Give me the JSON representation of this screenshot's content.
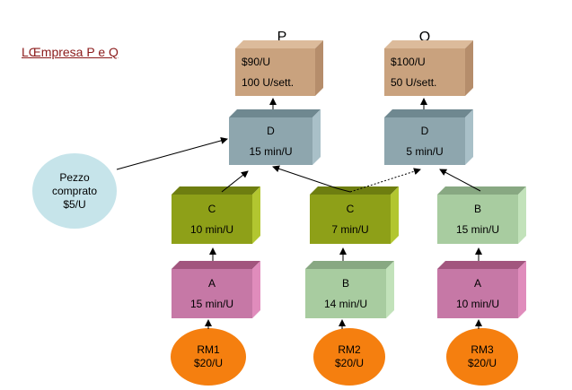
{
  "title": "LŒmpresa P e Q",
  "products": [
    {
      "id": "P",
      "label": "P",
      "price": "$90/U",
      "demand": "100 U/sett."
    },
    {
      "id": "Q",
      "label": "Q",
      "price": "$100/U",
      "demand": "50 U/sett."
    }
  ],
  "operations": [
    {
      "id": "D1",
      "label": "D",
      "time": "15 min/U"
    },
    {
      "id": "D2",
      "label": "D",
      "time": "5 min/U"
    },
    {
      "id": "C1",
      "label": "C",
      "time": "10 min/U"
    },
    {
      "id": "C2",
      "label": "C",
      "time": "7 min/U"
    },
    {
      "id": "B1",
      "label": "B",
      "time": "15 min/U"
    },
    {
      "id": "A1",
      "label": "A",
      "time": "15 min/U"
    },
    {
      "id": "B2",
      "label": "B",
      "time": "14 min/U"
    },
    {
      "id": "A2",
      "label": "A",
      "time": "10 min/U"
    }
  ],
  "purchased_part": {
    "line1": "Pezzo",
    "line2": "comprato",
    "line3": "$5/U"
  },
  "raw_materials": [
    {
      "id": "RM1",
      "label": "RM1",
      "cost": "$20/U"
    },
    {
      "id": "RM2",
      "label": "RM2",
      "cost": "$20/U"
    },
    {
      "id": "RM3",
      "label": "RM3",
      "cost": "$20/U"
    }
  ],
  "colors": {
    "product_front": "#c9a27e",
    "product_top": "#dcbb9b",
    "product_side": "#b58d6b",
    "D_front": "#8ea6ae",
    "D_top": "#6f8890",
    "D_side": "#a9c0c8",
    "C_front": "#8ea018",
    "C_top": "#6e7e10",
    "C_side": "#b2c630",
    "B_front": "#a8cca0",
    "B_top": "#88a882",
    "B_side": "#c2e2ba",
    "A_front": "#c678a6",
    "A_top": "#a2557e",
    "A_side": "#e08cbc",
    "purchased": "#c6e4ea",
    "raw_material": "#f57f0f",
    "title": "#8b1a1a"
  }
}
